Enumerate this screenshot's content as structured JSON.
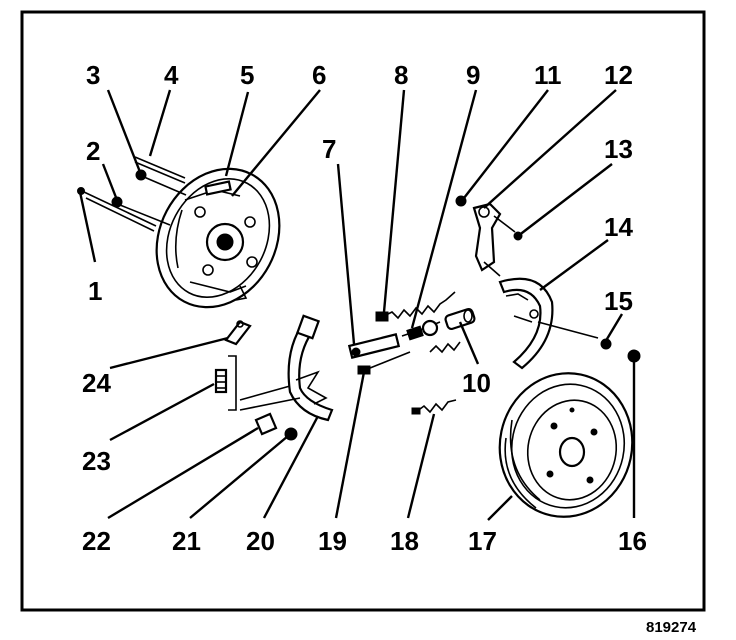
{
  "figure_number": "819274",
  "callouts": [
    {
      "id": "1",
      "label": "1"
    },
    {
      "id": "2",
      "label": "2"
    },
    {
      "id": "3",
      "label": "3"
    },
    {
      "id": "4",
      "label": "4"
    },
    {
      "id": "5",
      "label": "5"
    },
    {
      "id": "6",
      "label": "6"
    },
    {
      "id": "7",
      "label": "7"
    },
    {
      "id": "8",
      "label": "8"
    },
    {
      "id": "9",
      "label": "9"
    },
    {
      "id": "10",
      "label": "10"
    },
    {
      "id": "11",
      "label": "11"
    },
    {
      "id": "12",
      "label": "12"
    },
    {
      "id": "13",
      "label": "13"
    },
    {
      "id": "14",
      "label": "14"
    },
    {
      "id": "15",
      "label": "15"
    },
    {
      "id": "16",
      "label": "16"
    },
    {
      "id": "17",
      "label": "17"
    },
    {
      "id": "18",
      "label": "18"
    },
    {
      "id": "19",
      "label": "19"
    },
    {
      "id": "20",
      "label": "20"
    },
    {
      "id": "21",
      "label": "21"
    },
    {
      "id": "22",
      "label": "22"
    },
    {
      "id": "23",
      "label": "23"
    },
    {
      "id": "24",
      "label": "24"
    }
  ]
}
